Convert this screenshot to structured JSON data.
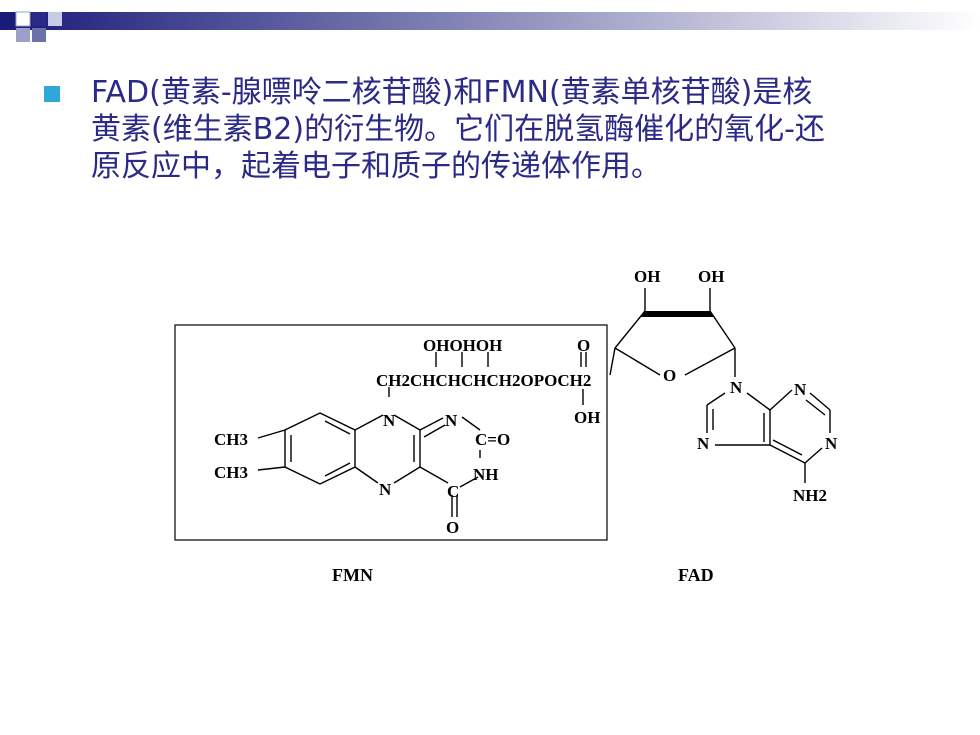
{
  "text": {
    "line1": "FAD(黄素-腺嘌呤二核苷酸)和FMN(黄素单核苷酸)是核",
    "line2": "黄素(维生素B2)的衍生物。它们在脱氢酶催化的氧化-还",
    "line3": "原反应中，起着电子和质子的传递体作用。"
  },
  "diagram": {
    "labels": {
      "ch3_top": "CH3",
      "ch3_bottom": "CH3",
      "n_bridge": "N",
      "n_ring": "N",
      "n_bottom": "N",
      "c_o_top": "C=O",
      "nh": "NH",
      "c_bottom": "C",
      "o_bottom": "O",
      "chain_oh": "OHOHOH",
      "chain": "CH2CHCHCHCH2OPOCH2",
      "p_o_top": "O",
      "p_oh": "OH",
      "sugar_o": "O",
      "sugar_oh_left": "OH",
      "sugar_oh_right": "OH",
      "ad_n_top": "N",
      "ad_n_right_top": "N",
      "ad_n_left": "N",
      "ad_n_right": "N",
      "ad_nh2": "NH2"
    },
    "captions": {
      "fmn": "FMN",
      "fad": "FAD"
    }
  }
}
